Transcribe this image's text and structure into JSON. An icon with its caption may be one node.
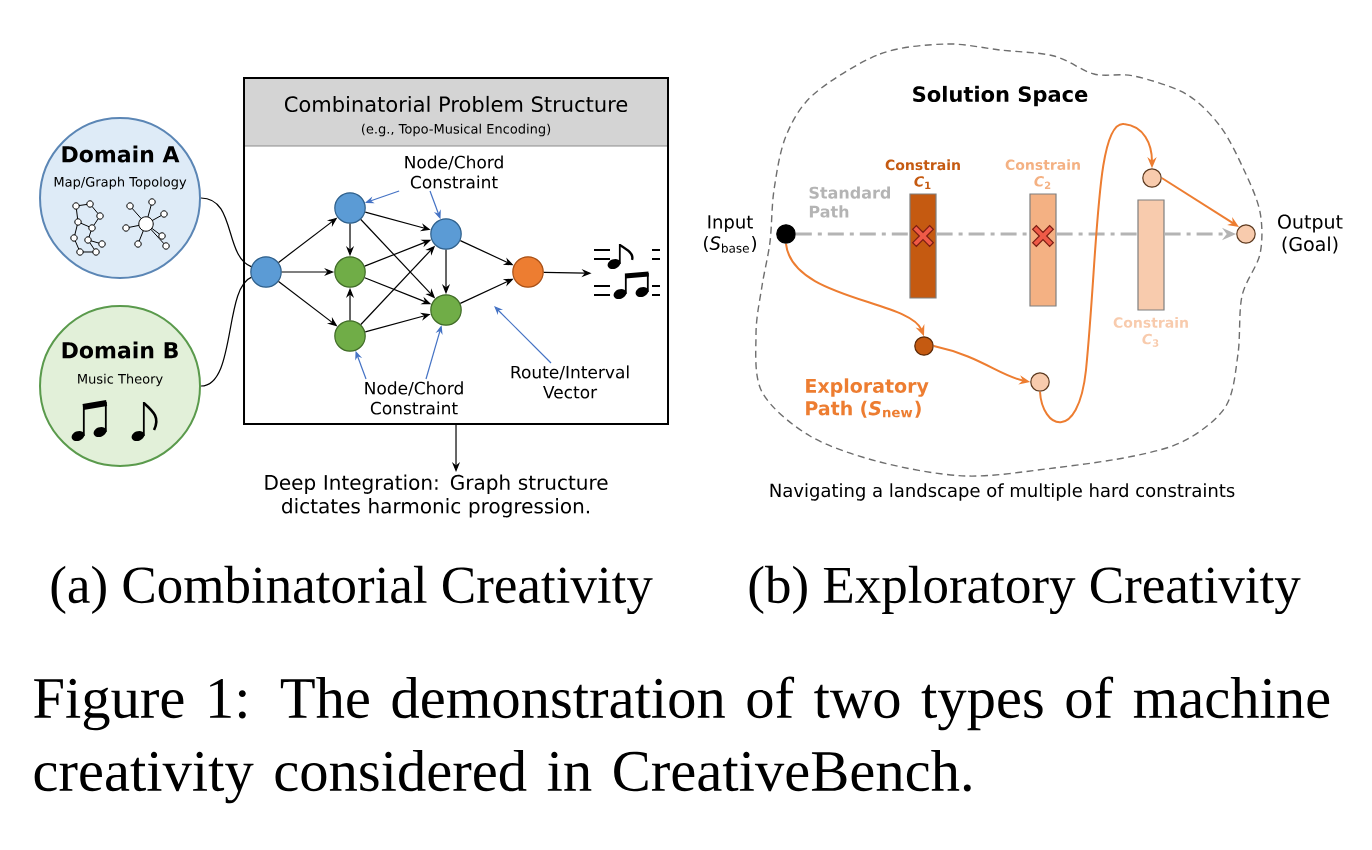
{
  "diagram": {
    "caption": "Figure 1: The demonstration of two types of machine creativity considered in CreativeBench.",
    "nodes": [
      {
        "text": [
          "Domain A",
          "Map/Graph Topology"
        ]
      },
      {
        "text": [
          "Domain B",
          "Music Theory"
        ]
      },
      {
        "text": [
          "Combinatorial Problem Structure",
          "(e.g., Topo-Musical Encoding)"
        ]
      },
      {
        "text": [
          "Node/Chord Constraint"
        ],
        "in": 2
      },
      {
        "text": [],
        "shape": "circle",
        "in": 2
      },
      {
        "text": [],
        "shape": "circle",
        "in": 2
      },
      {
        "text": [],
        "shape": "circle",
        "in": 2
      },
      {
        "text": [],
        "shape": "circle",
        "in": 2
      },
      {
        "text": [],
        "shape": "circle",
        "in": 2
      },
      {
        "text": [],
        "shape": "circle",
        "in": 2
      },
      {
        "text": [],
        "shape": "circle",
        "in": 2
      },
      {
        "text": [],
        "shape": "picture",
        "in": 2
      },
      {
        "text": [
          "Node/Chord Constraint"
        ],
        "in": 2
      },
      {
        "text": [
          "Route/Interval Vector"
        ],
        "in": 2
      },
      {
        "text": [
          "Deep Integration: Graph structure dictates harmonic progression."
        ]
      },
      {
        "text": [
          "Solution Space"
        ]
      },
      {
        "text": [],
        "shape": "circle",
        "in": 15,
        "beside": [
          "Input (*S*$_{base}$)"
        ]
      },
      {
        "text": [
          "Constrain *C*$_{1}$"
        ],
        "in": 15
      },
      {
        "text": [
          "Constrain *C*$_{2}$"
        ],
        "in": 15
      },
      {
        "text": [
          "Constrain *C*$_{3}$"
        ],
        "in": 15
      },
      {
        "text": [],
        "shape": "circle",
        "in": 15
      },
      {
        "text": [],
        "shape": "circle",
        "in": 15
      },
      {
        "text": [],
        "shape": "circle",
        "in": 15
      },
      {
        "text": [],
        "shape": "circle",
        "in": 15,
        "beside": [
          "Output (Goal)"
        ]
      }
    ],
    "edges": [
      {
        "from": 0,
        "to": 4,
        "arrow": "none"
      },
      {
        "from": 1,
        "to": 4,
        "arrow": "none"
      },
      {
        "from": 4,
        "to": 5,
        "arrow": "to"
      },
      {
        "from": 4,
        "to": 6,
        "arrow": "to"
      },
      {
        "from": 4,
        "to": 7,
        "arrow": "to"
      },
      {
        "from": 5,
        "to": 6,
        "arrow": "to"
      },
      {
        "from": 7,
        "to": 6,
        "arrow": "to"
      },
      {
        "from": 5,
        "to": 8,
        "arrow": "to"
      },
      {
        "from": 5,
        "to": 9,
        "arrow": "to"
      },
      {
        "from": 6,
        "to": 8,
        "arrow": "to"
      },
      {
        "from": 6,
        "to": 9,
        "arrow": "to"
      },
      {
        "from": 7,
        "to": 8,
        "arrow": "to"
      },
      {
        "from": 7,
        "to": 9,
        "arrow": "to"
      },
      {
        "from": 8,
        "to": 9,
        "arrow": "to"
      },
      {
        "from": 8,
        "to": 10,
        "arrow": "to"
      },
      {
        "from": 9,
        "to": 10,
        "arrow": "to"
      },
      {
        "from": 10,
        "to": 11,
        "arrow": "to"
      },
      {
        "from": 3,
        "to": 5,
        "arrow": "to",
        "color": "#4472c4"
      },
      {
        "from": 3,
        "to": 8,
        "arrow": "to",
        "color": "#4472c4"
      },
      {
        "from": 12,
        "to": 7,
        "arrow": "to",
        "color": "#4472c4"
      },
      {
        "from": 12,
        "to": 9,
        "arrow": "to",
        "color": "#4472c4"
      },
      {
        "from": 13,
        "to": null,
        "arrow": "to",
        "color": "#4472c4"
      },
      {
        "from": 2,
        "to": 14,
        "arrow": "to"
      },
      {
        "from": 16,
        "to": 17,
        "arrow": "none",
        "label": "Standard Path",
        "style": "dashed",
        "color": "#b4b4b4"
      },
      {
        "from": 17,
        "to": 18,
        "arrow": "none",
        "style": "dashed",
        "color": "#b4b4b4"
      },
      {
        "from": 18,
        "to": 19,
        "arrow": "none",
        "style": "dashed",
        "color": "#b4b4b4"
      },
      {
        "from": 19,
        "to": 23,
        "arrow": "to",
        "style": "dashed",
        "color": "#b4b4b4"
      },
      {
        "from": 16,
        "to": 20,
        "arrow": "to",
        "label": "Exploratory Path (*S*$_{new}$)",
        "color": "#ed7d31"
      },
      {
        "from": 20,
        "to": 21,
        "arrow": "to",
        "color": "#ed7d31"
      },
      {
        "from": 21,
        "to": 22,
        "arrow": "to",
        "color": "#ed7d31"
      },
      {
        "from": 22,
        "to": 23,
        "arrow": "to",
        "color": "#ed7d31"
      }
    ],
    "labels": [
      "Navigating a landscape of multiple hard constraints",
      "(a) Combinatorial Creativity",
      "(b) Exploratory Creativity"
    ]
  }
}
